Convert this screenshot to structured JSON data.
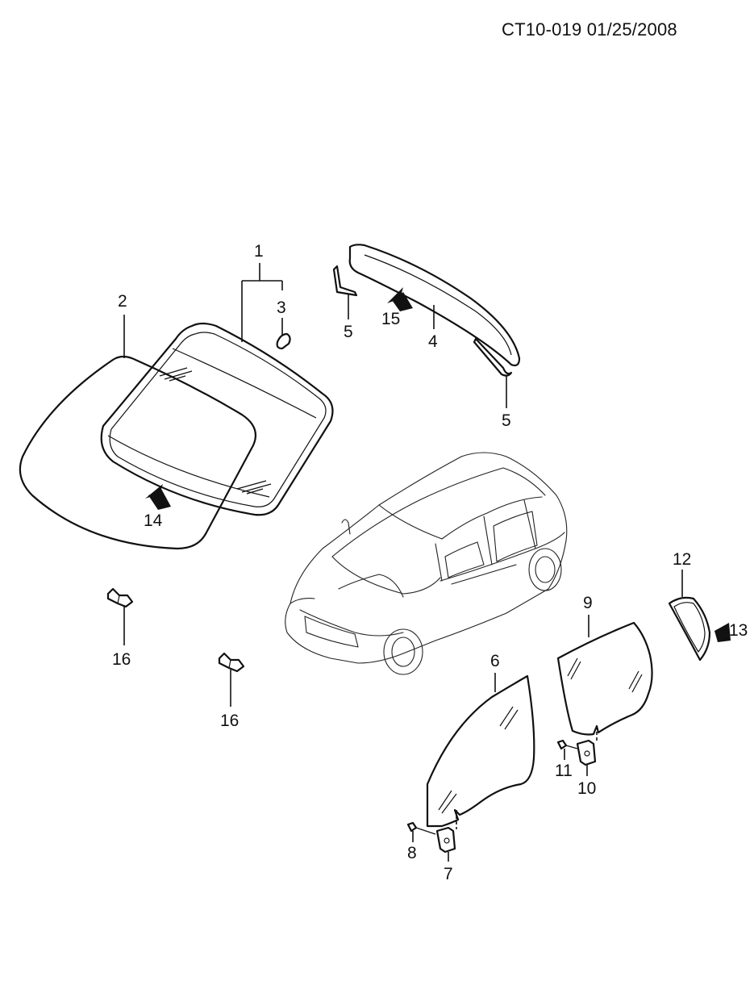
{
  "header": {
    "doc_code": "CT10-019  01/25/2008"
  },
  "callouts": {
    "c1": "1",
    "c2": "2",
    "c3": "3",
    "c4": "4",
    "c5a": "5",
    "c5b": "5",
    "c6": "6",
    "c7": "7",
    "c8": "8",
    "c9": "9",
    "c10": "10",
    "c11": "11",
    "c12": "12",
    "c13": "13",
    "c14": "14",
    "c15": "15",
    "c16a": "16",
    "c16b": "16"
  }
}
